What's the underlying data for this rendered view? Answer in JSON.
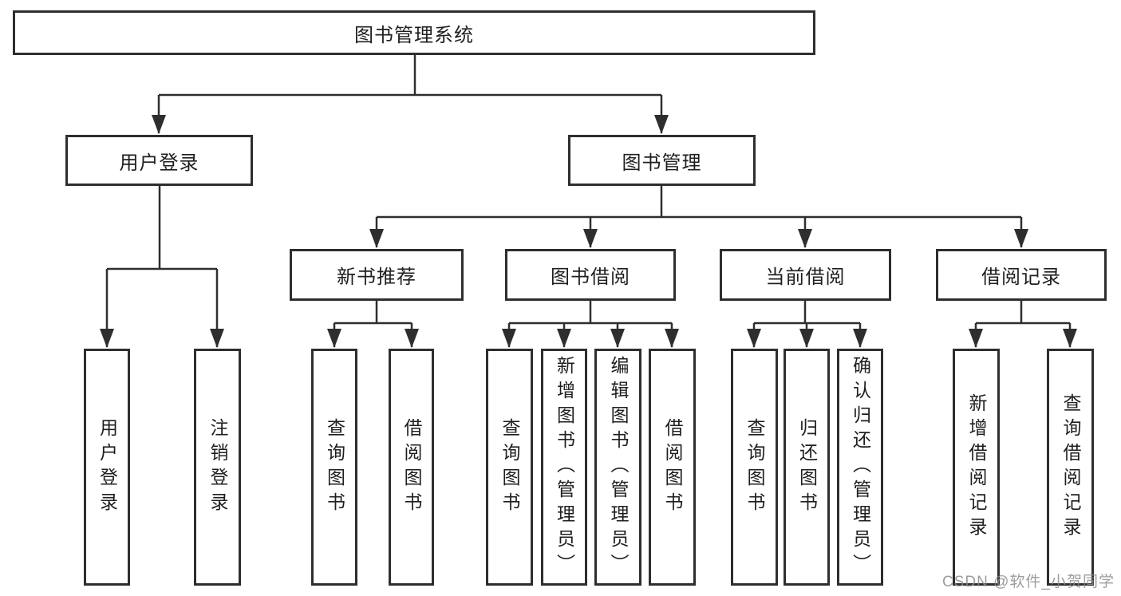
{
  "diagram": {
    "type": "hierarchy-tree",
    "colors": {
      "line": "#2e2e2e",
      "box_border": "#2e2e2e",
      "box_fill": "#ffffff",
      "text": "#1f1f1f",
      "background": "#ffffff"
    },
    "tree": {
      "root": {
        "label": "图书管理系统",
        "children": [
          {
            "label": "用户登录",
            "children": [
              {
                "label": "用户登录"
              },
              {
                "label": "注销登录"
              }
            ]
          },
          {
            "label": "图书管理",
            "children": [
              {
                "label": "新书推荐",
                "children": [
                  {
                    "label": "查询图书"
                  },
                  {
                    "label": "借阅图书"
                  }
                ]
              },
              {
                "label": "图书借阅",
                "children": [
                  {
                    "label": "查询图书"
                  },
                  {
                    "label": "新增图书（管理员）"
                  },
                  {
                    "label": "编辑图书（管理员）"
                  },
                  {
                    "label": "借阅图书"
                  }
                ]
              },
              {
                "label": "当前借阅",
                "children": [
                  {
                    "label": "查询图书"
                  },
                  {
                    "label": "归还图书"
                  },
                  {
                    "label": "确认归还（管理员）"
                  }
                ]
              },
              {
                "label": "借阅记录",
                "children": [
                  {
                    "label": "新增借阅记录"
                  },
                  {
                    "label": "查询借阅记录"
                  }
                ]
              }
            ]
          }
        ]
      }
    }
  },
  "watermark": {
    "text": "CSDN @软件_小贺同学"
  }
}
